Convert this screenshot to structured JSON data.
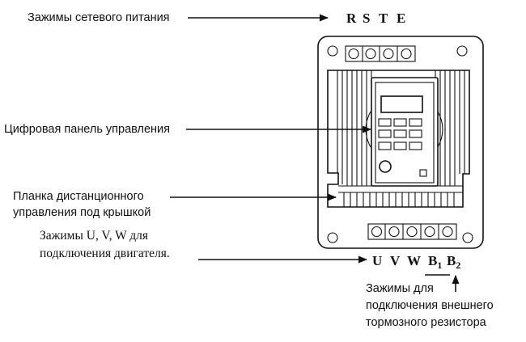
{
  "labels": {
    "mains": "Зажимы сетевого питания",
    "panel": "Цифровая панель управления",
    "remote_l1": "Планка дистанционного",
    "remote_l2": "управления под крышкой",
    "motor_l1": "Зажимы U, V, W для",
    "motor_l2": "подключения двигателя.",
    "brake_l1": "Зажимы для",
    "brake_l2": "подключения внешнего",
    "brake_l3": "тормозного резистора"
  },
  "terminals_top": [
    "R",
    "S",
    "T",
    "E"
  ],
  "terminals_bottom": [
    "U",
    "V",
    "W"
  ],
  "terminal_b1": "B",
  "terminal_b1_sub": "1",
  "terminal_b2": "B",
  "terminal_b2_sub": "2"
}
